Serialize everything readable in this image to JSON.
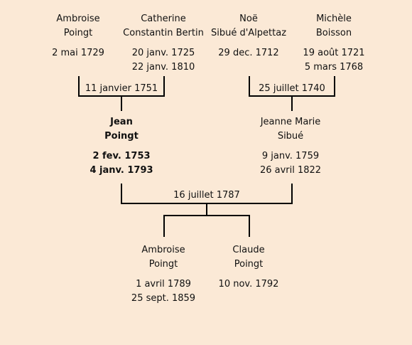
{
  "grandparents": [
    {
      "name": [
        "Ambroise",
        "Poingt"
      ],
      "dates": [
        "2 mai 1729"
      ]
    },
    {
      "name": [
        "Catherine",
        "Constantin Bertin"
      ],
      "dates": [
        "20 janv. 1725",
        "22 janv. 1810"
      ]
    },
    {
      "name": [
        "Noë",
        "Sibué d'Alpettaz"
      ],
      "dates": [
        "29 dec. 1712"
      ]
    },
    {
      "name": [
        "Michèle",
        "Boisson"
      ],
      "dates": [
        "19 août 1721",
        "5 mars 1768"
      ]
    }
  ],
  "marriages": {
    "left": "11 janvier 1751",
    "right": "25 juillet 1740",
    "parents": "16 juillet 1787"
  },
  "parents": [
    {
      "name": [
        "Jean",
        "Poingt"
      ],
      "dates": [
        "2 fev. 1753",
        "4 janv. 1793"
      ],
      "highlight": true
    },
    {
      "name": [
        "Jeanne Marie",
        "Sibué"
      ],
      "dates": [
        "9 janv. 1759",
        "26 avril 1822"
      ],
      "highlight": false
    }
  ],
  "children": [
    {
      "name": [
        "Ambroise",
        "Poingt"
      ],
      "dates": [
        "1 avril 1789",
        "25 sept. 1859"
      ]
    },
    {
      "name": [
        "Claude",
        "Poingt"
      ],
      "dates": [
        "10 nov. 1792"
      ]
    }
  ]
}
